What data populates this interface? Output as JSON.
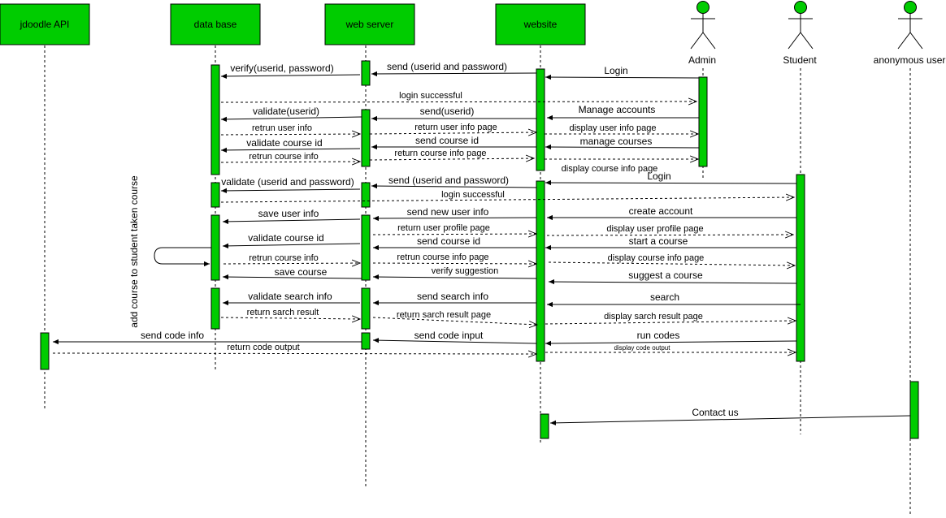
{
  "colors": {
    "activation": "#00cc00",
    "border": "#000000",
    "line": "#000000",
    "background": "#ffffff"
  },
  "participants": [
    {
      "id": "jdoodle",
      "label": "jdoodle API",
      "kind": "box"
    },
    {
      "id": "database",
      "label": "data base",
      "kind": "box"
    },
    {
      "id": "webserver",
      "label": "web server",
      "kind": "box"
    },
    {
      "id": "website",
      "label": "website",
      "kind": "box"
    },
    {
      "id": "admin",
      "label": "Admin",
      "kind": "actor"
    },
    {
      "id": "student",
      "label": "Student",
      "kind": "actor"
    },
    {
      "id": "anonymous",
      "label": "anonymous user",
      "kind": "actor"
    }
  ],
  "messages": [
    {
      "id": "m-login-admin",
      "label": "Login",
      "from": "admin",
      "to": "website",
      "type": "sync"
    },
    {
      "id": "m-send-userid-pw-1",
      "label": "send (userid and password)",
      "from": "website",
      "to": "webserver",
      "type": "sync"
    },
    {
      "id": "m-verify",
      "label": "verify(userid, password)",
      "from": "webserver",
      "to": "database",
      "type": "sync"
    },
    {
      "id": "m-login-successful-1",
      "label": "login successful",
      "from": "database",
      "to": "admin",
      "type": "return"
    },
    {
      "id": "m-manage-accounts",
      "label": "Manage accounts",
      "from": "admin",
      "to": "website",
      "type": "sync"
    },
    {
      "id": "m-send-userid",
      "label": "send(userid)",
      "from": "website",
      "to": "webserver",
      "type": "sync"
    },
    {
      "id": "m-validate-userid",
      "label": "validate(userid)",
      "from": "webserver",
      "to": "database",
      "type": "sync"
    },
    {
      "id": "m-return-user-info-1",
      "label": "retrun user info",
      "from": "database",
      "to": "webserver",
      "type": "return"
    },
    {
      "id": "m-return-user-info-page",
      "label": "return user info page",
      "from": "webserver",
      "to": "website",
      "type": "return"
    },
    {
      "id": "m-display-user-info-page",
      "label": "display user info page",
      "from": "website",
      "to": "admin",
      "type": "return"
    },
    {
      "id": "m-manage-courses",
      "label": "manage courses",
      "from": "admin",
      "to": "website",
      "type": "sync"
    },
    {
      "id": "m-send-course-id-1",
      "label": "send course id",
      "from": "website",
      "to": "webserver",
      "type": "sync"
    },
    {
      "id": "m-validate-course-id-1",
      "label": "validate course id",
      "from": "webserver",
      "to": "database",
      "type": "sync"
    },
    {
      "id": "m-return-course-info-1",
      "label": "retrun course info",
      "from": "database",
      "to": "webserver",
      "type": "return"
    },
    {
      "id": "m-return-course-info-page-1",
      "label": "return course info page",
      "from": "webserver",
      "to": "website",
      "type": "return"
    },
    {
      "id": "m-display-course-info-page-1",
      "label": "display course info page",
      "from": "website",
      "to": "admin",
      "type": "return"
    },
    {
      "id": "m-login-student",
      "label": "Login",
      "from": "student",
      "to": "website",
      "type": "sync"
    },
    {
      "id": "m-send-userid-pw-2",
      "label": "send (userid and password)",
      "from": "website",
      "to": "webserver",
      "type": "sync"
    },
    {
      "id": "m-validate-userid-pw",
      "label": "validate (userid and password)",
      "from": "webserver",
      "to": "database",
      "type": "sync"
    },
    {
      "id": "m-login-successful-2",
      "label": "login successful",
      "from": "database",
      "to": "student",
      "type": "return"
    },
    {
      "id": "m-create-account",
      "label": "create account",
      "from": "student",
      "to": "website",
      "type": "sync"
    },
    {
      "id": "m-send-new-user-info",
      "label": "send new user info",
      "from": "website",
      "to": "webserver",
      "type": "sync"
    },
    {
      "id": "m-save-user-info",
      "label": "save user info",
      "from": "webserver",
      "to": "database",
      "type": "sync"
    },
    {
      "id": "m-return-user-profile-page",
      "label": "return user profile page",
      "from": "webserver",
      "to": "website",
      "type": "return"
    },
    {
      "id": "m-display-user-profile-page",
      "label": "display user profile page",
      "from": "website",
      "to": "student",
      "type": "return"
    },
    {
      "id": "m-start-course",
      "label": "start a course",
      "from": "student",
      "to": "website",
      "type": "sync"
    },
    {
      "id": "m-send-course-id-2",
      "label": "send course id",
      "from": "website",
      "to": "webserver",
      "type": "sync"
    },
    {
      "id": "m-validate-course-id-2",
      "label": "validate course id",
      "from": "webserver",
      "to": "database",
      "type": "sync"
    },
    {
      "id": "m-return-course-info-2",
      "label": "retrun course info",
      "from": "database",
      "to": "webserver",
      "type": "return"
    },
    {
      "id": "m-return-course-info-page-2",
      "label": "retrun course info page",
      "from": "webserver",
      "to": "website",
      "type": "return"
    },
    {
      "id": "m-display-course-info-page-2",
      "label": "display course info page",
      "from": "website",
      "to": "student",
      "type": "return"
    },
    {
      "id": "m-suggest-course",
      "label": "suggest a course",
      "from": "student",
      "to": "website",
      "type": "sync"
    },
    {
      "id": "m-verify-suggestion",
      "label": "verify  suggestion",
      "from": "website",
      "to": "webserver",
      "type": "sync"
    },
    {
      "id": "m-save-course",
      "label": "save course",
      "from": "webserver",
      "to": "database",
      "type": "sync"
    },
    {
      "id": "m-search",
      "label": "search",
      "from": "student",
      "to": "website",
      "type": "sync"
    },
    {
      "id": "m-send-search-info",
      "label": "send search info",
      "from": "website",
      "to": "webserver",
      "type": "sync"
    },
    {
      "id": "m-validate-search-info",
      "label": "validate search info",
      "from": "webserver",
      "to": "database",
      "type": "sync"
    },
    {
      "id": "m-return-search-result",
      "label": "return sarch result",
      "from": "database",
      "to": "webserver",
      "type": "return"
    },
    {
      "id": "m-return-search-result-page",
      "label": "return sarch result page",
      "from": "webserver",
      "to": "website",
      "type": "return"
    },
    {
      "id": "m-display-search-result-page",
      "label": "display sarch result page",
      "from": "website",
      "to": "student",
      "type": "return"
    },
    {
      "id": "m-run-codes",
      "label": "run  codes",
      "from": "student",
      "to": "website",
      "type": "sync"
    },
    {
      "id": "m-send-code-input",
      "label": "send code input",
      "from": "website",
      "to": "webserver",
      "type": "sync"
    },
    {
      "id": "m-send-code-info",
      "label": "send code info",
      "from": "webserver",
      "to": "jdoodle",
      "type": "sync"
    },
    {
      "id": "m-return-code-output",
      "label": "return code output",
      "from": "jdoodle",
      "to": "website",
      "type": "return"
    },
    {
      "id": "m-display-code-output",
      "label": "display code output",
      "from": "website",
      "to": "student",
      "type": "return"
    },
    {
      "id": "m-contact-us",
      "label": "Contact us",
      "from": "anonymous",
      "to": "website",
      "type": "sync"
    }
  ],
  "self_message": {
    "label": "add course to student taken course",
    "participant": "database",
    "type": "self"
  }
}
